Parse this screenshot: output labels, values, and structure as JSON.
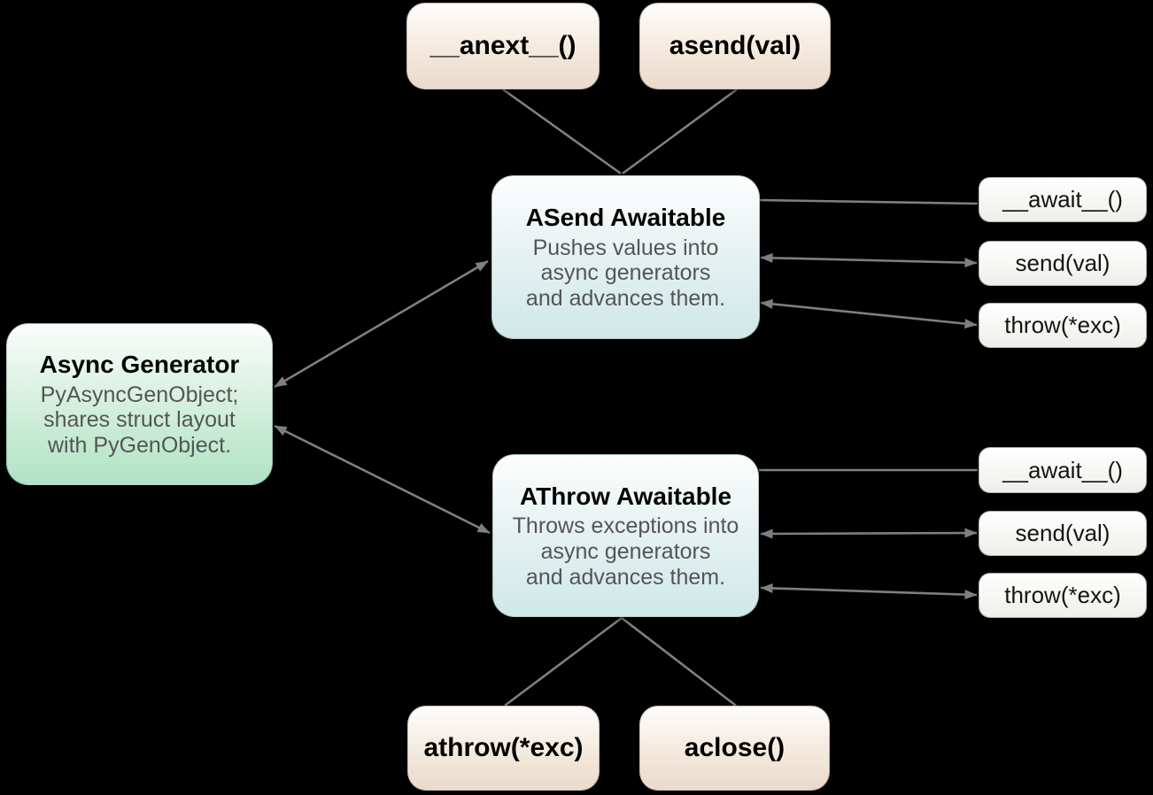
{
  "diagram": {
    "colors": {
      "background": "#000000",
      "connector": "#7f7f7f",
      "method_box_gradient_top": "#fefdfb",
      "method_box_gradient_bottom": "#eadacb",
      "awaitable_box_gradient_top": "#fcfdfd",
      "awaitable_box_gradient_bottom": "#cfe8e9",
      "generator_box_gradient_top": "#fbfdfc",
      "generator_box_gradient_bottom": "#b0e3c5",
      "slot_box_gradient_top": "#ffffff",
      "slot_box_gradient_bottom": "#efeee8",
      "title_text": "#050505",
      "body_text": "#555555"
    },
    "nodes": {
      "anext": {
        "label": "__anext__()"
      },
      "asend": {
        "label": "asend(val)"
      },
      "asend_awaitable": {
        "title": "ASend Awaitable",
        "body": "Pushes values into\nasync generators\nand advances them."
      },
      "async_generator": {
        "title": "Async Generator",
        "body": "PyAsyncGenObject;\nshares struct layout\nwith PyGenObject."
      },
      "athrow_awaitable": {
        "title": "AThrow Awaitable",
        "body": "Throws exceptions into\nasync generators\nand advances them."
      },
      "athrow": {
        "label": "athrow(*exc)"
      },
      "aclose": {
        "label": "aclose()"
      },
      "asend_await_slot": {
        "label": "__await__()"
      },
      "asend_send_slot": {
        "label": "send(val)"
      },
      "asend_throw_slot": {
        "label": "throw(*exc)"
      },
      "athrow_await_slot": {
        "label": "__await__()"
      },
      "athrow_send_slot": {
        "label": "send(val)"
      },
      "athrow_throw_slot": {
        "label": "throw(*exc)"
      }
    },
    "edges": [
      {
        "from": "__anext__()",
        "to": "ASend Awaitable",
        "style": "line"
      },
      {
        "from": "asend(val)",
        "to": "ASend Awaitable",
        "style": "line"
      },
      {
        "from": "Async Generator",
        "to": "ASend Awaitable",
        "style": "double-arrow"
      },
      {
        "from": "Async Generator",
        "to": "AThrow Awaitable",
        "style": "double-arrow"
      },
      {
        "from": "ASend Awaitable",
        "to": "__await__()",
        "style": "line"
      },
      {
        "from": "ASend Awaitable",
        "to": "send(val)",
        "style": "double-arrow"
      },
      {
        "from": "ASend Awaitable",
        "to": "throw(*exc)",
        "style": "double-arrow"
      },
      {
        "from": "AThrow Awaitable",
        "to": "__await__()",
        "style": "line"
      },
      {
        "from": "AThrow Awaitable",
        "to": "send(val)",
        "style": "double-arrow"
      },
      {
        "from": "AThrow Awaitable",
        "to": "throw(*exc)",
        "style": "double-arrow"
      },
      {
        "from": "athrow(*exc)",
        "to": "AThrow Awaitable",
        "style": "line"
      },
      {
        "from": "aclose()",
        "to": "AThrow Awaitable",
        "style": "line"
      }
    ]
  }
}
